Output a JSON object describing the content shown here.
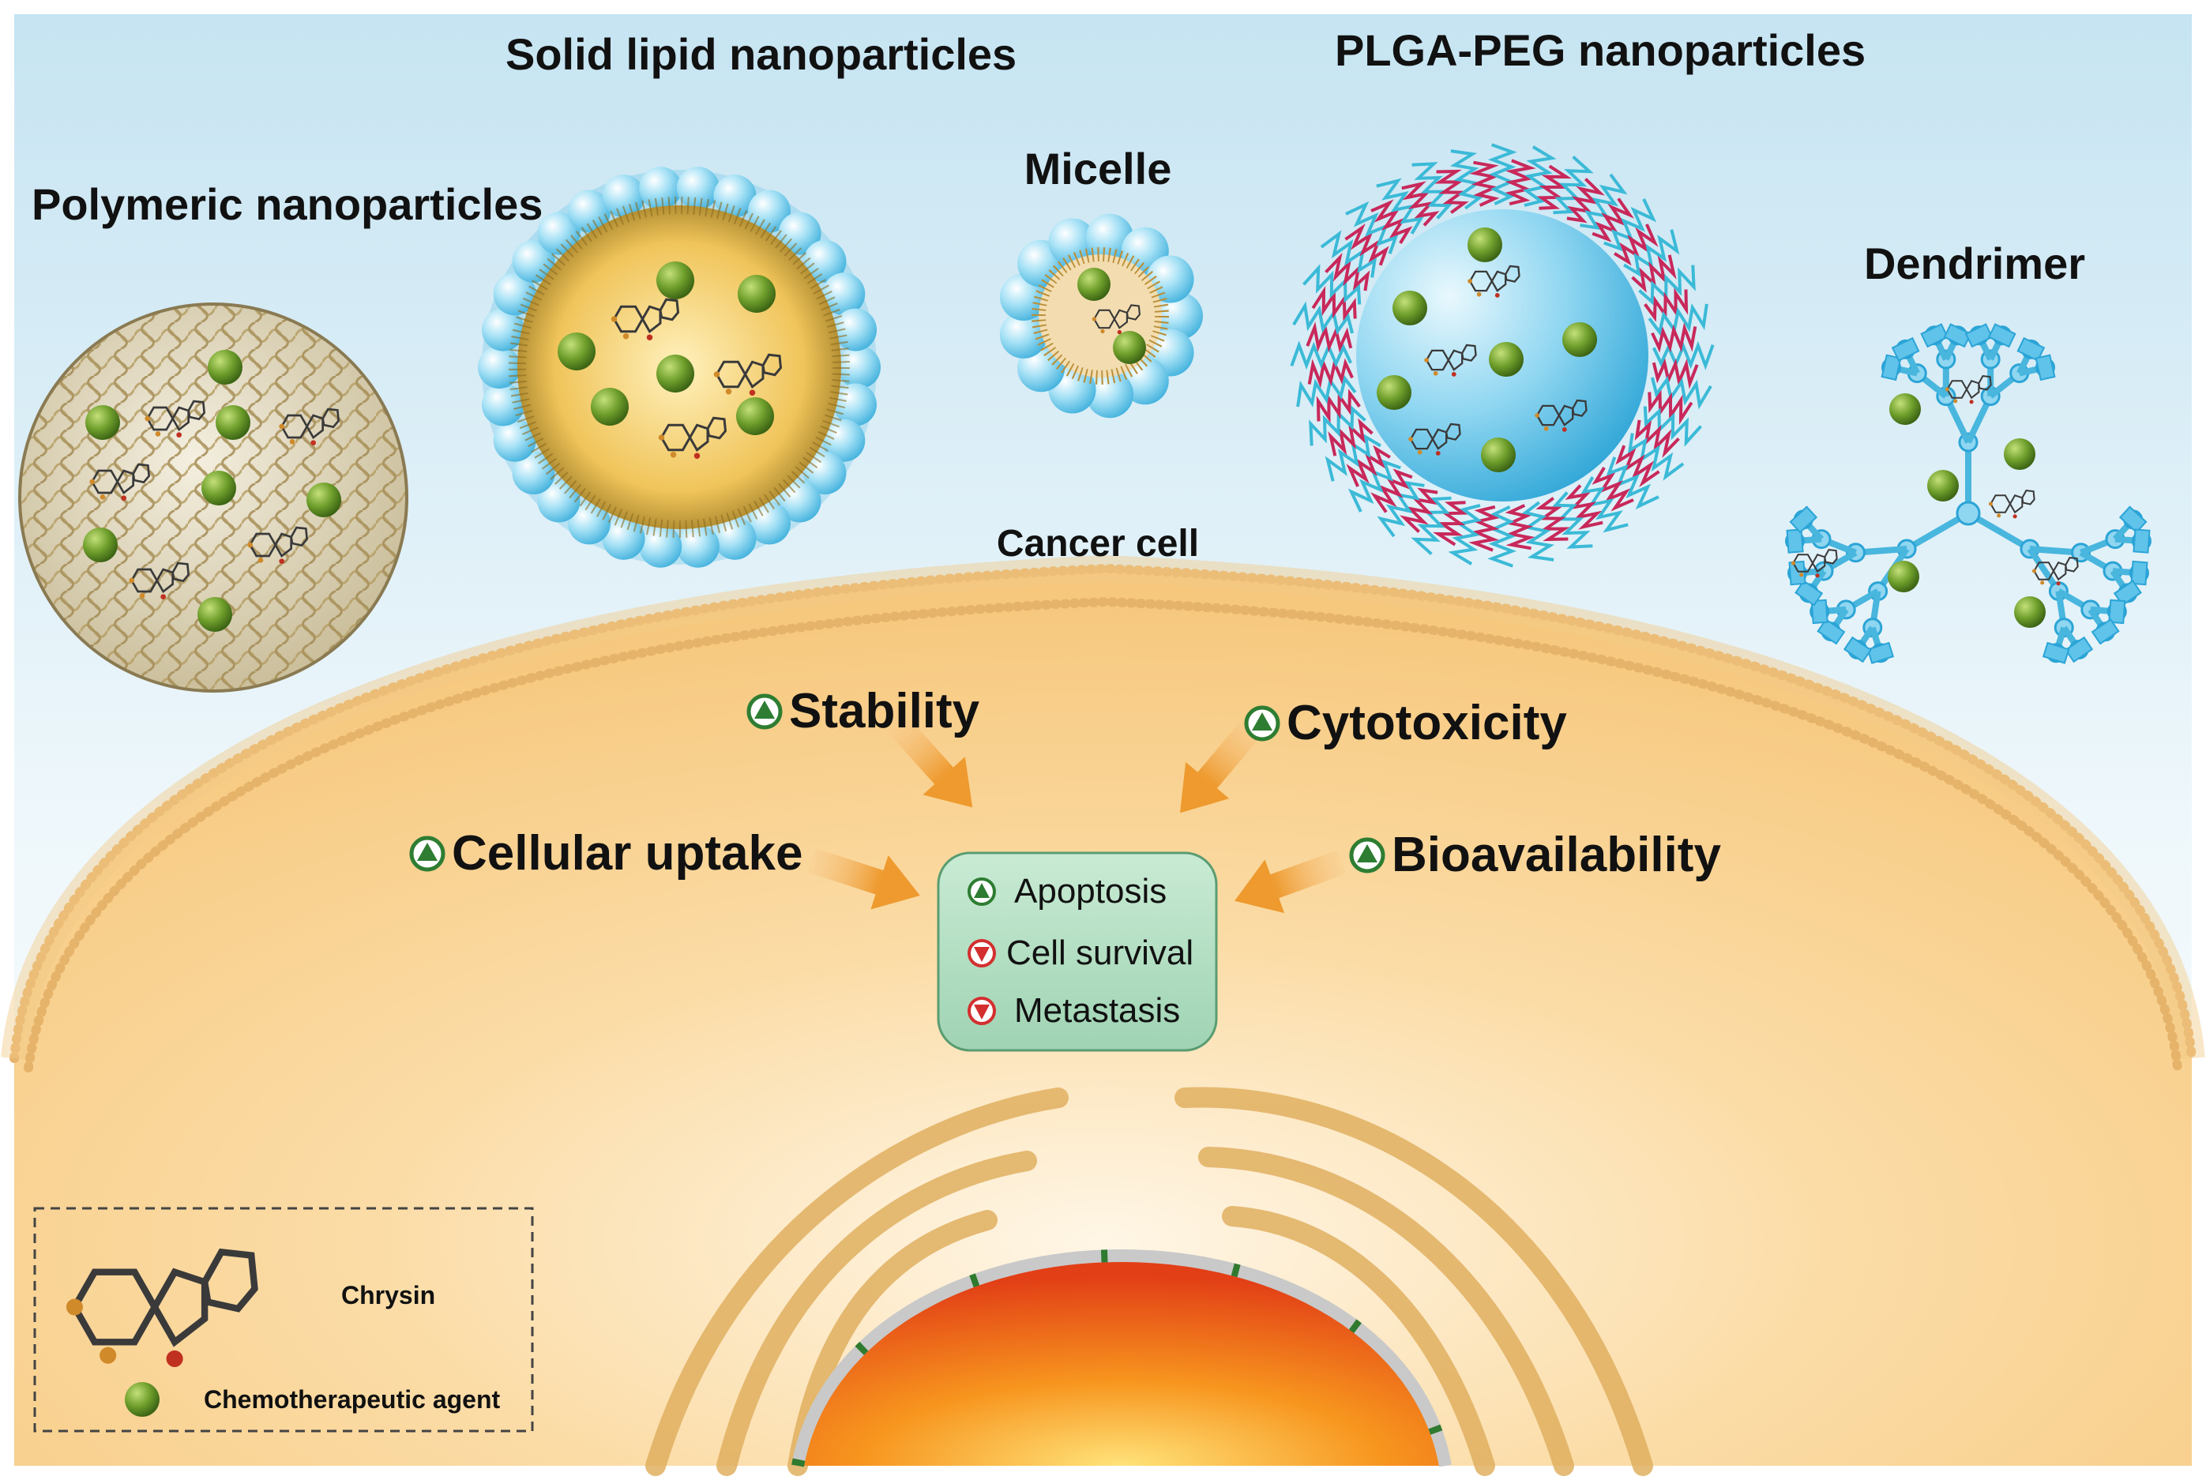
{
  "nanocarriers": {
    "polymeric": "Polymeric nanoparticles",
    "solid_lipid": "Solid lipid nanoparticles",
    "micelle": "Micelle",
    "plga_peg": "PLGA-PEG nanoparticles",
    "dendrimer": "Dendrimer"
  },
  "cell": {
    "label": "Cancer cell"
  },
  "effects": {
    "stability": "Stability",
    "cytotoxicity": "Cytotoxicity",
    "cellular_uptake": "Cellular uptake",
    "bioavailability": "Bioavailability"
  },
  "outcomes": {
    "apoptosis": "Apoptosis",
    "cell_survival": "Cell survival",
    "metastasis": "Metastasis"
  },
  "legend": {
    "chrysin": "Chrysin",
    "chemo": "Chemotherapeutic agent"
  },
  "colors": {
    "increase": "#2e7d32",
    "decrease": "#d32f2f",
    "drug_sphere": "#6b9e2a",
    "carrier_blue": "#5fc3ea",
    "cytoplasm": "#f7cd84",
    "nucleus": "#e8501a"
  },
  "icons": {
    "increase": "up-triangle-icon",
    "decrease": "down-triangle-icon"
  }
}
